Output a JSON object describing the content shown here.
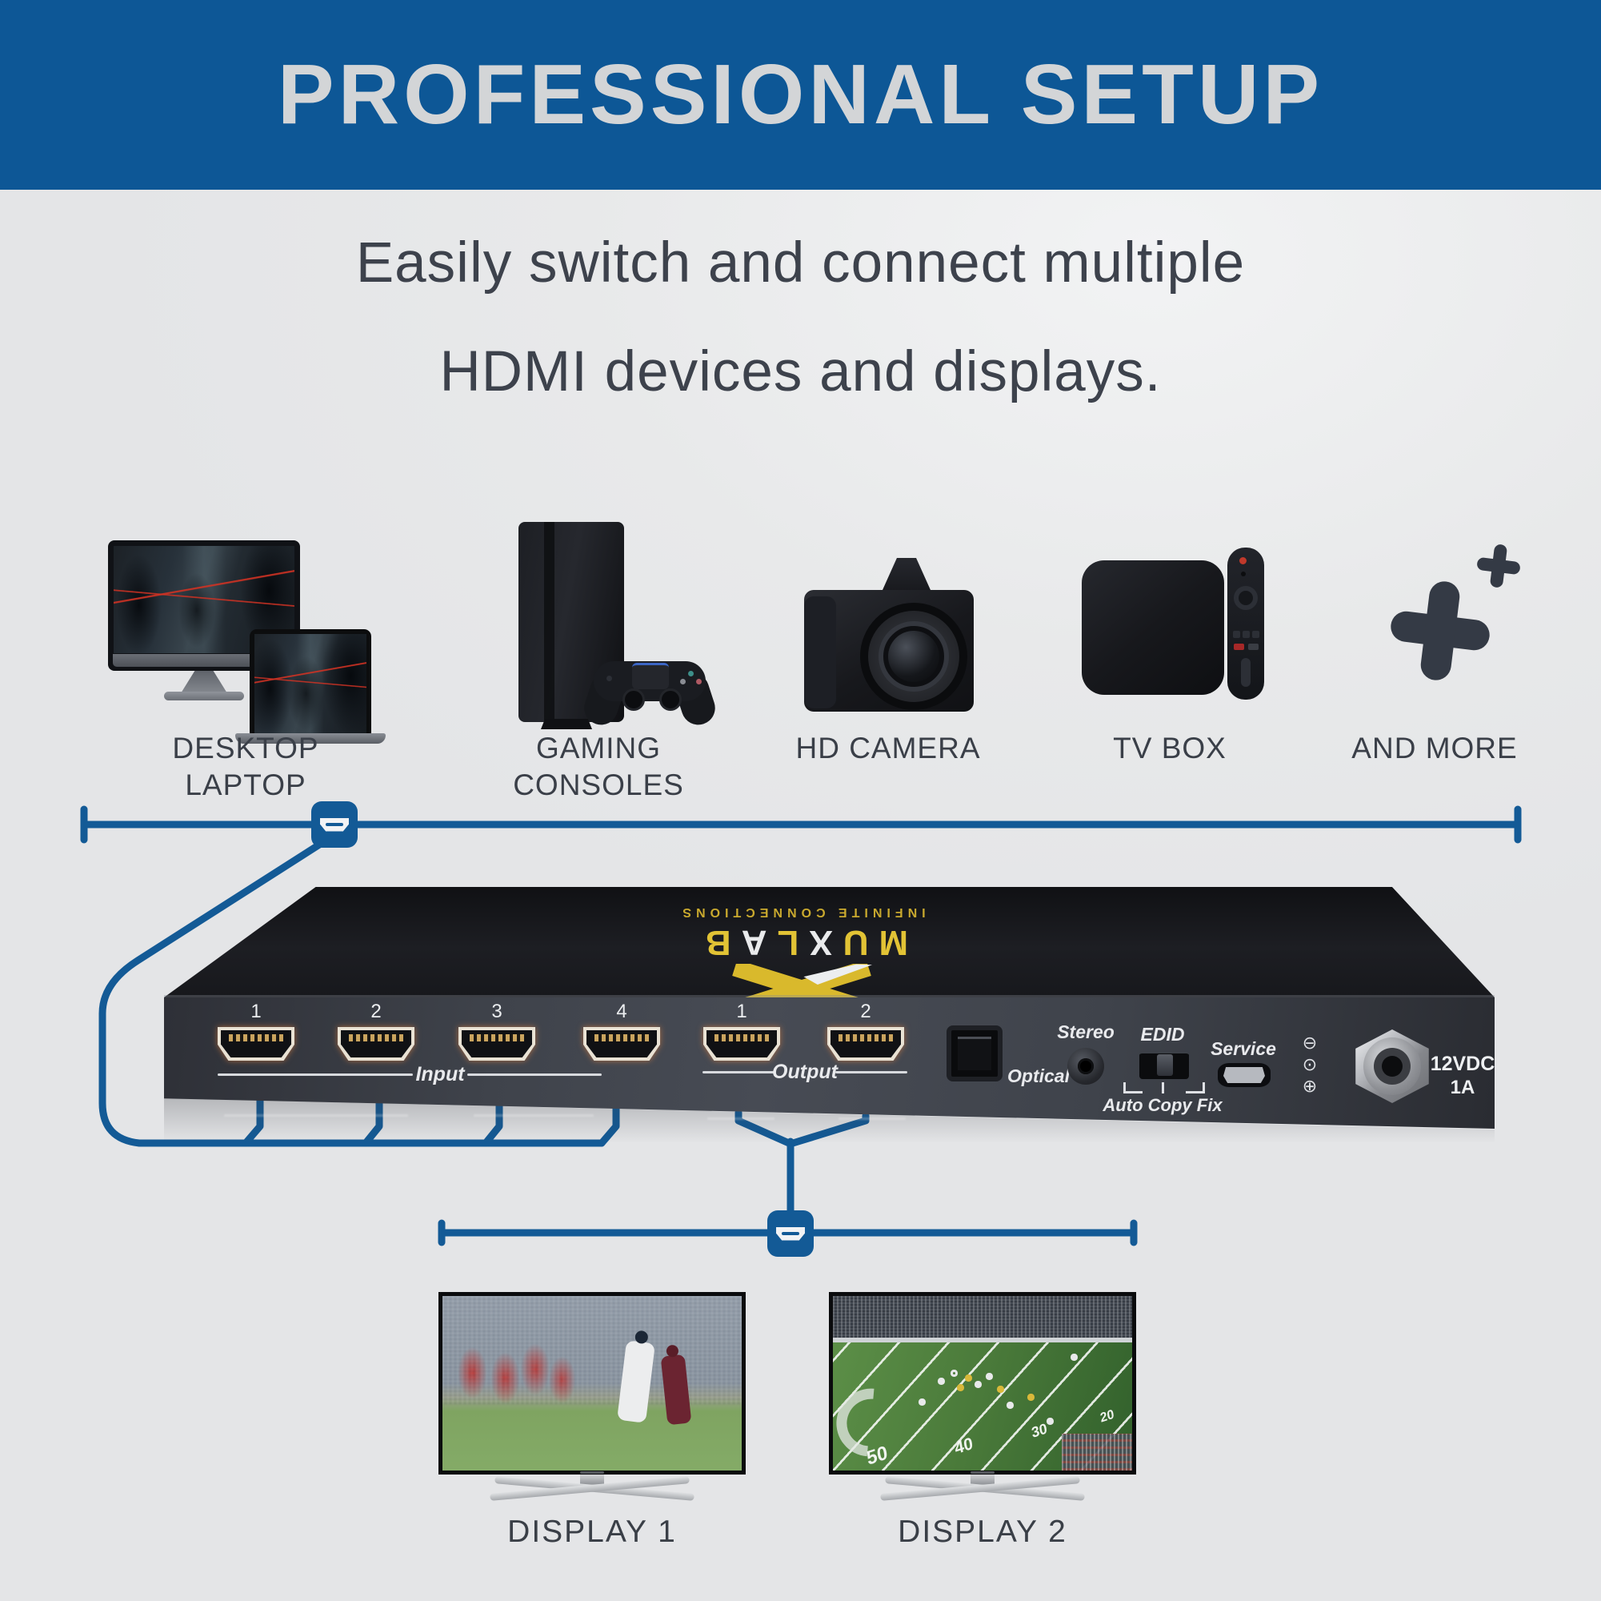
{
  "banner": {
    "title": "PROFESSIONAL SETUP"
  },
  "headline": {
    "line1": "Easily switch and connect multiple",
    "line2": "HDMI devices and displays."
  },
  "sources": [
    {
      "line1": "DESKTOP",
      "line2": "LAPTOP",
      "icon": "desktop-laptop"
    },
    {
      "line1": "GAMING",
      "line2": "CONSOLES",
      "icon": "gaming-console"
    },
    {
      "line1": "HD CAMERA",
      "line2": "",
      "icon": "hd-camera"
    },
    {
      "line1": "TV BOX",
      "line2": "",
      "icon": "tv-box"
    },
    {
      "line1": "AND MORE",
      "line2": "",
      "icon": "plus"
    }
  ],
  "device": {
    "brand_parts": [
      "MU",
      "X",
      "L",
      "A",
      "B"
    ],
    "tagline": "INFINITE CONNECTIONS",
    "input": {
      "label": "Input",
      "ports": [
        "1",
        "2",
        "3",
        "4"
      ]
    },
    "output": {
      "label": "Output",
      "ports": [
        "1",
        "2"
      ]
    },
    "optical_label": "Optical",
    "stereo_label": "Stereo",
    "edid": {
      "label": "EDID",
      "modes": [
        "Auto",
        "Copy",
        "Fix"
      ]
    },
    "service_label": "Service",
    "power": {
      "voltage": "12VDC",
      "current": "1A"
    }
  },
  "displays": [
    {
      "label": "DISPLAY 1"
    },
    {
      "label": "DISPLAY 2"
    }
  ],
  "colors": {
    "banner_blue": "#0d5796",
    "line_blue": "#135a96",
    "brand_gold": "#e2c335",
    "background": "#e8e9ea",
    "text_dark": "#3a3f48"
  }
}
